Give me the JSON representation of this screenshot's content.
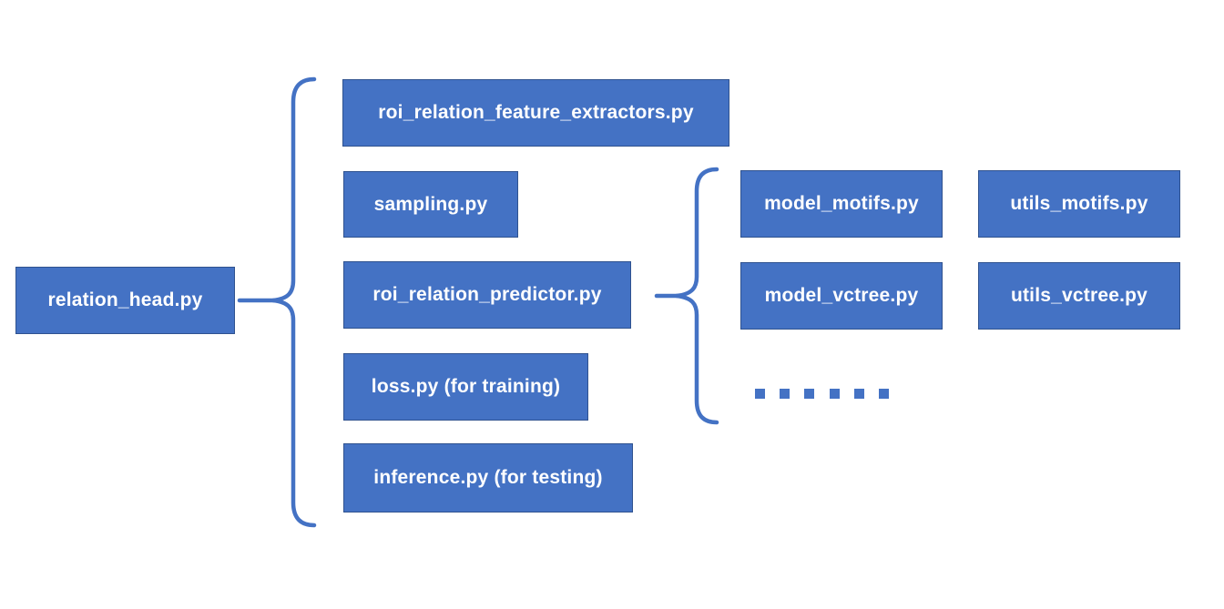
{
  "theme": {
    "accent": "#4472C4",
    "border": "#2F528F",
    "text": "#FFFFFF",
    "background": "#FFFFFF"
  },
  "nodes": {
    "root": "relation_head.py",
    "head_modules": [
      "roi_relation_feature_extractors.py",
      "sampling.py",
      "roi_relation_predictor.py",
      "loss.py (for training)",
      "inference.py (for testing)"
    ],
    "predictor_modules": [
      "model_motifs.py",
      "utils_motifs.py",
      "model_vctree.py",
      "utils_vctree.py"
    ]
  },
  "ellipsis": {
    "count": 6
  }
}
